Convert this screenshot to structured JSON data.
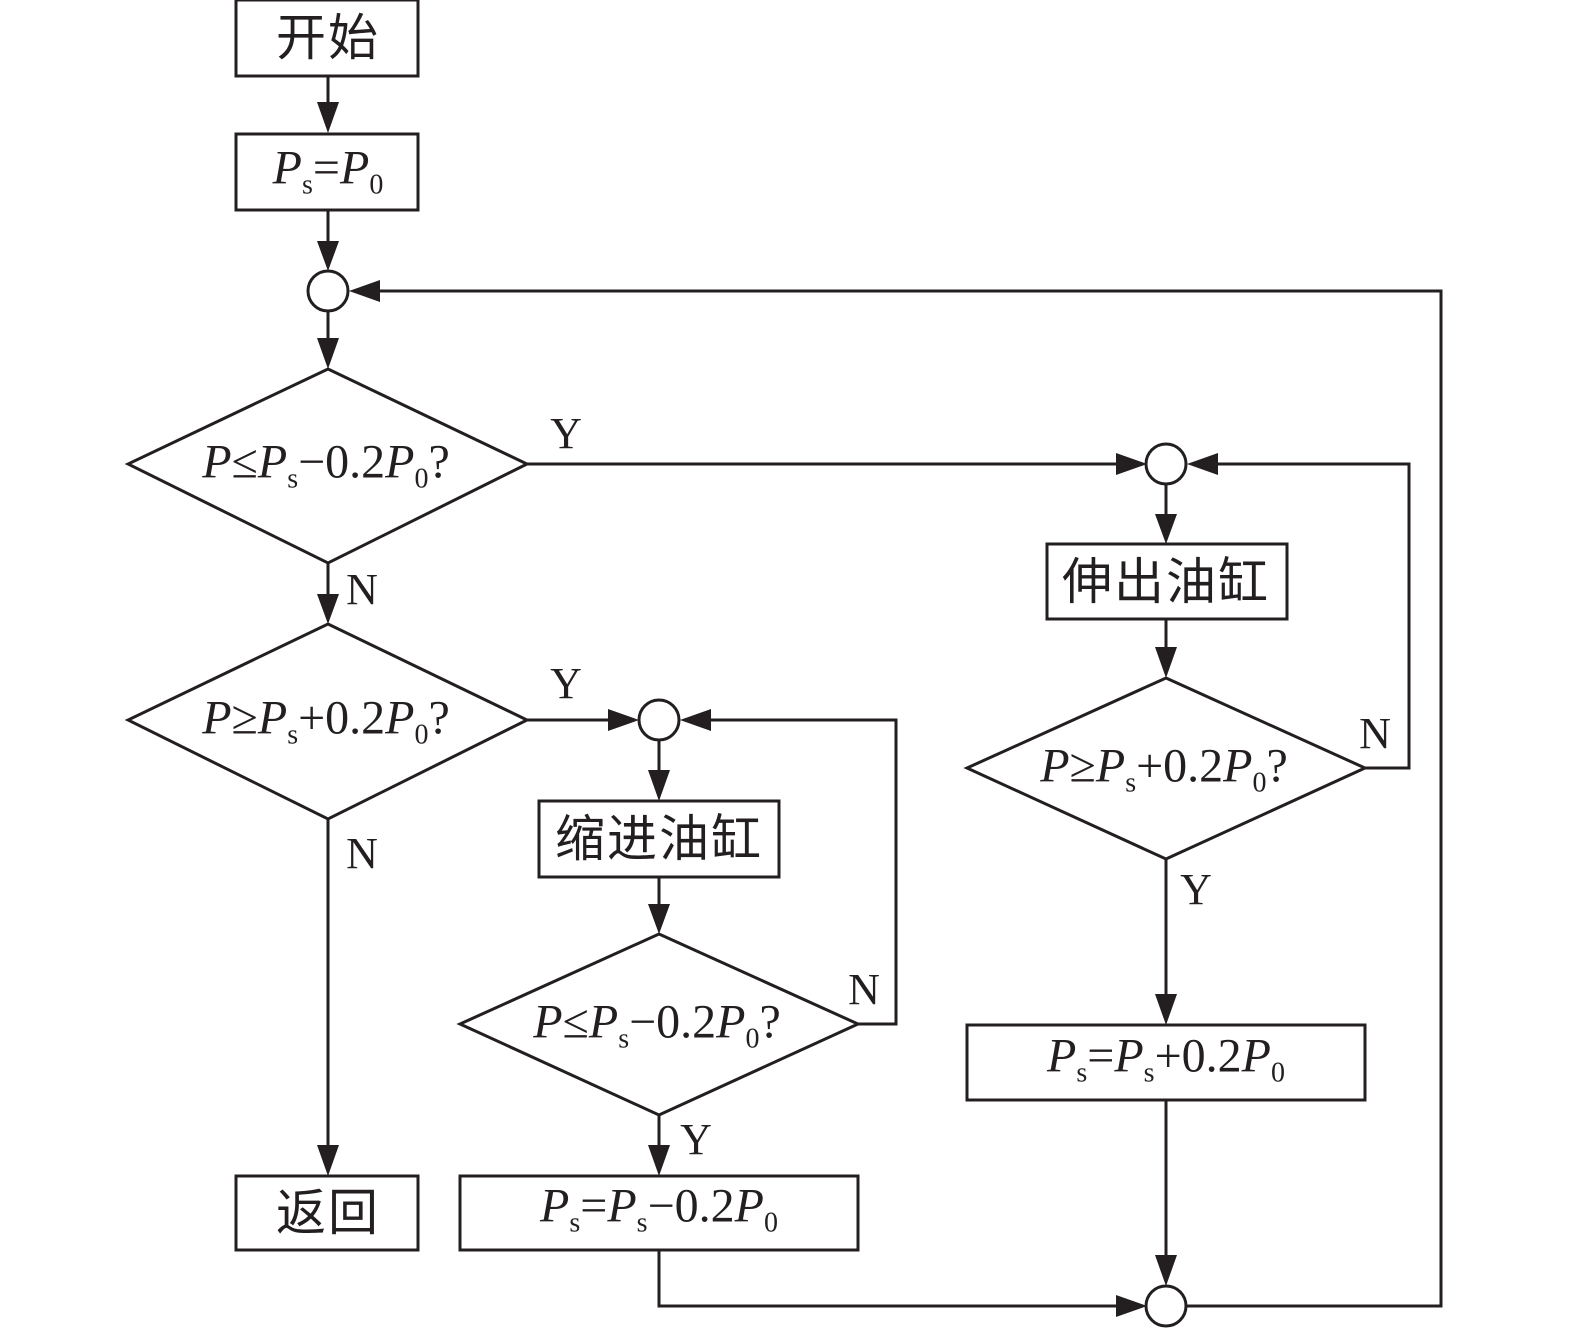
{
  "diagram": {
    "colors": {
      "stroke": "#231f20",
      "background": "#ffffff"
    },
    "nodes": {
      "start": {
        "type": "terminal",
        "text": "开始"
      },
      "init": {
        "type": "process",
        "formula": {
          "lhs_var": "P",
          "lhs_sub": "s",
          "op": "=",
          "rhs_var": "P",
          "rhs_sub": "0",
          "tail": ""
        }
      },
      "junction_main": {
        "type": "connector"
      },
      "decision_1": {
        "type": "decision",
        "formula": {
          "var": "P",
          "op": "≤",
          "ps_var": "P",
          "ps_sub": "s",
          "rest": "−0.2",
          "p0_var": "P",
          "p0_sub": "0",
          "q": "?"
        }
      },
      "decision_2": {
        "type": "decision",
        "formula": {
          "var": "P",
          "op": "≥",
          "ps_var": "P",
          "ps_sub": "s",
          "rest": "+0.2",
          "p0_var": "P",
          "p0_sub": "0",
          "q": "?"
        }
      },
      "return": {
        "type": "terminal",
        "text": "返回"
      },
      "junction_retract": {
        "type": "connector"
      },
      "retract": {
        "type": "process",
        "text": "缩进油缸"
      },
      "decision_3": {
        "type": "decision",
        "formula": {
          "var": "P",
          "op": "≤",
          "ps_var": "P",
          "ps_sub": "s",
          "rest": "−0.2",
          "p0_var": "P",
          "p0_sub": "0",
          "q": "?"
        }
      },
      "update_minus": {
        "type": "process",
        "formula": {
          "lhs_var": "P",
          "lhs_sub": "s",
          "op": "=",
          "rhs_var": "P",
          "rhs_sub": "s",
          "tail": "−0.2",
          "tail_var": "P",
          "tail_sub": "0"
        }
      },
      "junction_extend": {
        "type": "connector"
      },
      "extend": {
        "type": "process",
        "text": "伸出油缸"
      },
      "decision_4": {
        "type": "decision",
        "formula": {
          "var": "P",
          "op": "≥",
          "ps_var": "P",
          "ps_sub": "s",
          "rest": "+0.2",
          "p0_var": "P",
          "p0_sub": "0",
          "q": "?"
        }
      },
      "update_plus": {
        "type": "process",
        "formula": {
          "lhs_var": "P",
          "lhs_sub": "s",
          "op": "=",
          "rhs_var": "P",
          "rhs_sub": "s",
          "tail": "+0.2",
          "tail_var": "P",
          "tail_sub": "0"
        }
      },
      "junction_bottom": {
        "type": "connector"
      }
    },
    "edge_labels": {
      "d1_yes": "Y",
      "d1_no": "N",
      "d2_yes": "Y",
      "d2_no": "N",
      "d3_no": "N",
      "d3_yes": "Y",
      "d4_no": "N",
      "d4_yes": "Y"
    },
    "edges": [
      {
        "from": "start",
        "to": "init"
      },
      {
        "from": "init",
        "to": "junction_main"
      },
      {
        "from": "junction_main",
        "to": "decision_1"
      },
      {
        "from": "decision_1",
        "to": "junction_extend",
        "label": "Y"
      },
      {
        "from": "decision_1",
        "to": "decision_2",
        "label": "N"
      },
      {
        "from": "decision_2",
        "to": "junction_retract",
        "label": "Y"
      },
      {
        "from": "decision_2",
        "to": "return",
        "label": "N"
      },
      {
        "from": "junction_retract",
        "to": "retract"
      },
      {
        "from": "retract",
        "to": "decision_3"
      },
      {
        "from": "decision_3",
        "to": "junction_retract",
        "label": "N"
      },
      {
        "from": "decision_3",
        "to": "update_minus",
        "label": "Y"
      },
      {
        "from": "update_minus",
        "to": "junction_bottom"
      },
      {
        "from": "junction_extend",
        "to": "extend"
      },
      {
        "from": "extend",
        "to": "decision_4"
      },
      {
        "from": "decision_4",
        "to": "junction_extend",
        "label": "N"
      },
      {
        "from": "decision_4",
        "to": "update_plus",
        "label": "Y"
      },
      {
        "from": "update_plus",
        "to": "junction_bottom"
      },
      {
        "from": "junction_bottom",
        "to": "junction_main"
      }
    ]
  }
}
